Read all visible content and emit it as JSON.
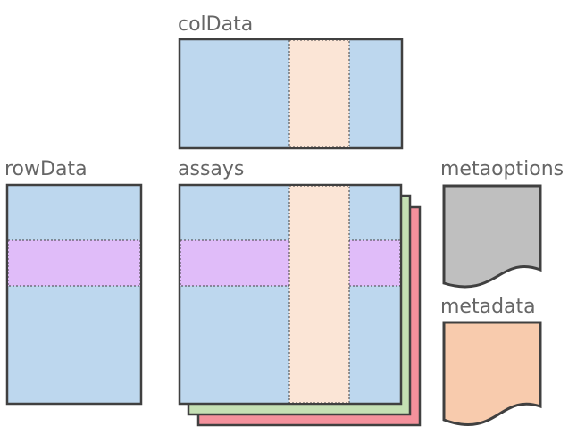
{
  "labels": {
    "col_data": "colData",
    "row_data": "rowData",
    "assays": "assays",
    "metaoptions": "metaoptions",
    "metadata": "metadata"
  },
  "colors": {
    "matrix_fill": "#bdd7ee",
    "column_highlight": "#fbe5d6",
    "row_highlight": "#e0bcf9",
    "assay_layer_green": "#c5e0b4",
    "assay_layer_red": "#f4919c",
    "metaoptions_fill": "#bfbfbf",
    "metadata_fill": "#f8cbad",
    "outline": "#404040",
    "label_text": "#666666"
  }
}
